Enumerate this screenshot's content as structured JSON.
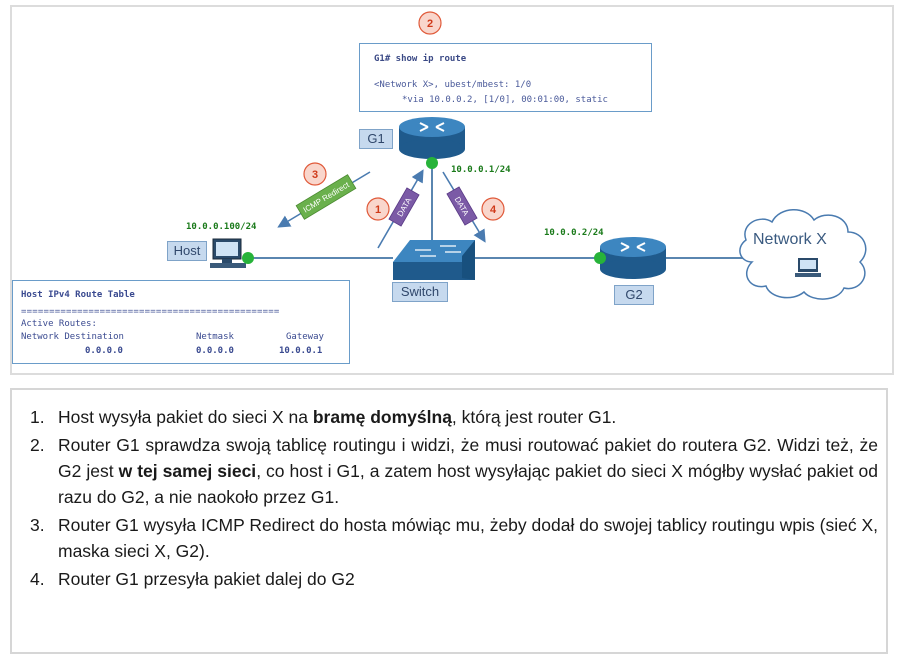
{
  "diagram": {
    "cli": {
      "command": "G1# show ip route",
      "route_line": "<Network X>, ubest/mbest: 1/0",
      "via_line": "*via 10.0.0.2, [1/0], 00:01:00, static"
    },
    "host_table": {
      "title": "Host IPv4 Route Table",
      "separator": "==============================================",
      "active_routes": "Active Routes:",
      "headers": [
        "Network Destination",
        "Netmask",
        "Gateway"
      ],
      "row": [
        "0.0.0.0",
        "0.0.0.0",
        "10.0.0.1"
      ]
    },
    "labels": {
      "g1": "G1",
      "host": "Host",
      "switch": "Switch",
      "g2": "G2",
      "network_x": "Network X"
    },
    "ips": {
      "g1": "10.0.0.1/24",
      "host": "10.0.0.100/24",
      "g2": "10.0.0.2/24"
    },
    "arrows": {
      "icmp": "ICMP Redirect",
      "data": "DATA"
    },
    "step_badges": [
      "1",
      "2",
      "3",
      "4"
    ],
    "colors": {
      "badge_fill": "#f9d6cc",
      "badge_stroke": "#e05a3a",
      "badge_text": "#d03a1a",
      "icmp_fill": "#6ab04c",
      "data_fill": "#7b5aa6",
      "router_fill": "#2f72a8",
      "connection_dot": "#27b33a",
      "link": "#5a86b0"
    }
  },
  "steps": [
    {
      "number": "1.",
      "pre": "Host wysyła pakiet do sieci X na ",
      "bold": "bramę domyślną",
      "post": ", którą jest router G1."
    },
    {
      "number": "2.",
      "pre": "Router G1 sprawdza swoją tablicę routingu i widzi, że musi routować pakiet do routera G2. Widzi też, że G2 jest ",
      "bold": "w tej samej sieci",
      "post": ", co host i G1, a zatem host wysyłając pakiet do sieci X mógłby wysłać pakiet od razu do G2, a nie naokoło przez G1."
    },
    {
      "number": "3.",
      "pre": "Router G1 wysyła ICMP Redirect do hosta mówiąc mu, żeby dodał do swojej tablicy routingu wpis (sieć X, maska sieci X, G2).",
      "bold": "",
      "post": ""
    },
    {
      "number": "4.",
      "pre": "Router G1 przesyła pakiet dalej do G2",
      "bold": "",
      "post": ""
    }
  ]
}
